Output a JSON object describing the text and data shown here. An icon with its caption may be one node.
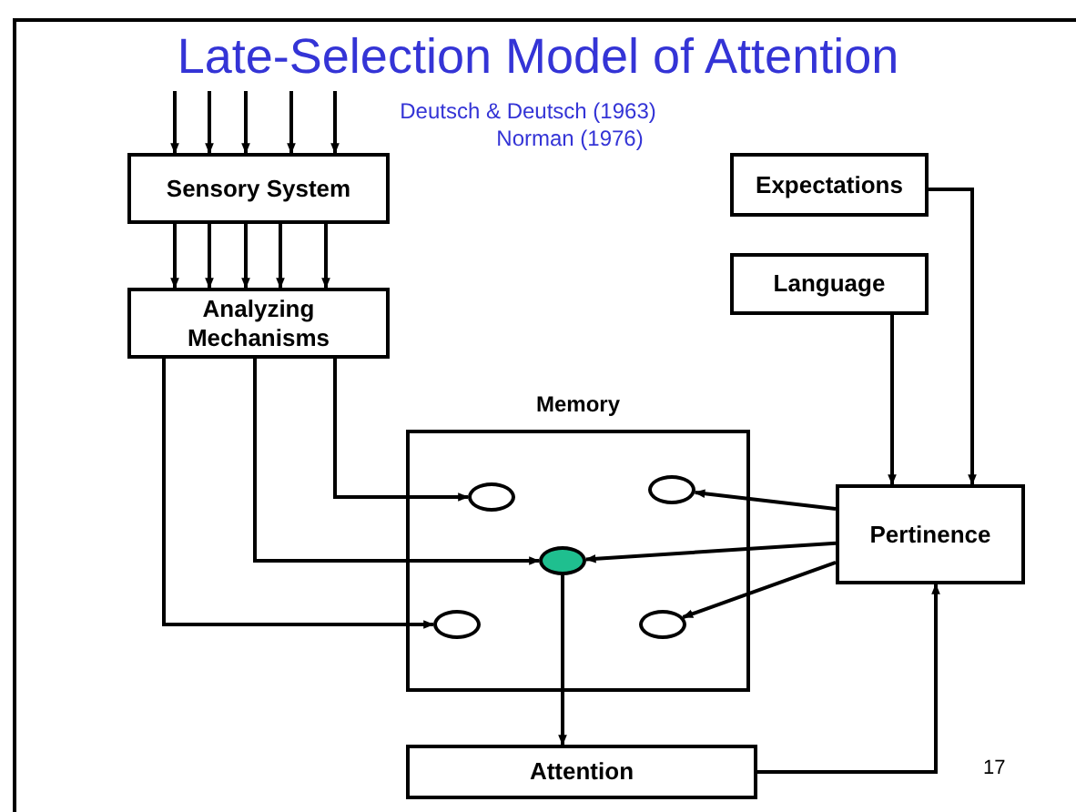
{
  "diagram": {
    "title": "Late-Selection Model of Attention",
    "nodes": [
      {
        "text": [
          "Sensory System"
        ]
      },
      {
        "text": [
          "Analyzing Mechanisms"
        ]
      },
      {
        "text": [
          "Memory"
        ]
      },
      {
        "text": [
          "Expectations"
        ]
      },
      {
        "text": [
          "Language"
        ]
      },
      {
        "text": [],
        "shape": "circle",
        "in": 2
      },
      {
        "text": [],
        "shape": "circle",
        "in": 2
      },
      {
        "text": [],
        "shape": "circle",
        "in": 2
      },
      {
        "text": [],
        "shape": "circle",
        "in": 2
      },
      {
        "text": [],
        "shape": "circle",
        "in": 2
      },
      {
        "text": [
          "Pertinence"
        ]
      },
      {
        "text": [
          "Attention"
        ]
      }
    ],
    "edges": [
      {
        "from": null,
        "to": 0,
        "arrow": "to"
      },
      {
        "from": null,
        "to": 0,
        "arrow": "to"
      },
      {
        "from": null,
        "to": 0,
        "arrow": "to"
      },
      {
        "from": null,
        "to": 0,
        "arrow": "to"
      },
      {
        "from": null,
        "to": 0,
        "arrow": "to"
      },
      {
        "from": 0,
        "to": 1,
        "arrow": "to"
      },
      {
        "from": 0,
        "to": 1,
        "arrow": "to"
      },
      {
        "from": 0,
        "to": 1,
        "arrow": "to"
      },
      {
        "from": 0,
        "to": 1,
        "arrow": "to"
      },
      {
        "from": 0,
        "to": 1,
        "arrow": "to"
      },
      {
        "from": 1,
        "to": 5,
        "arrow": "to"
      },
      {
        "from": 1,
        "to": 7,
        "arrow": "to"
      },
      {
        "from": 1,
        "to": 8,
        "arrow": "to"
      },
      {
        "from": 3,
        "to": 10,
        "arrow": "to"
      },
      {
        "from": 4,
        "to": 10,
        "arrow": "to"
      },
      {
        "from": 10,
        "to": 6,
        "arrow": "to"
      },
      {
        "from": 10,
        "to": 7,
        "arrow": "to"
      },
      {
        "from": 10,
        "to": 9,
        "arrow": "to"
      },
      {
        "from": 7,
        "to": 11,
        "arrow": "to"
      },
      {
        "from": 11,
        "to": 10,
        "arrow": "to"
      }
    ],
    "labels": [
      "Deutsch & Deutsch (1963)",
      "Norman (1976)",
      "17"
    ]
  }
}
